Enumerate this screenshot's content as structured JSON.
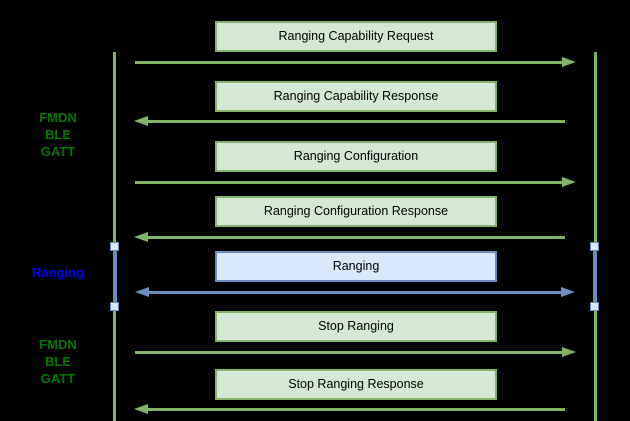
{
  "diagram": {
    "type": "sequence-diagram",
    "side_labels": [
      {
        "lines": [
          "FMDN",
          "BLE",
          "GATT"
        ],
        "color": "#007700"
      },
      {
        "lines": [
          "Ranging"
        ],
        "color": "#0000ee"
      },
      {
        "lines": [
          "FMDN",
          "BLE",
          "GATT"
        ],
        "color": "#007700"
      }
    ],
    "messages": [
      {
        "label": "Ranging Capability Request",
        "direction": "right",
        "theme": "green"
      },
      {
        "label": "Ranging Capability Response",
        "direction": "left",
        "theme": "green"
      },
      {
        "label": "Ranging Configuration",
        "direction": "right",
        "theme": "green"
      },
      {
        "label": "Ranging Configuration Response",
        "direction": "left",
        "theme": "green"
      },
      {
        "label": "Ranging",
        "direction": "both",
        "theme": "blue"
      },
      {
        "label": "Stop Ranging",
        "direction": "right",
        "theme": "green"
      },
      {
        "label": "Stop Ranging Response",
        "direction": "left",
        "theme": "green"
      }
    ],
    "colors": {
      "background": "#000000",
      "message_fill_green": "#d5e8d4",
      "message_stroke_green": "#82b366",
      "message_fill_blue": "#dae8fc",
      "message_stroke_blue": "#6c8ebf",
      "phase_label_green": "#007700",
      "phase_label_blue": "#0000ee",
      "message_text": "#000000"
    }
  }
}
